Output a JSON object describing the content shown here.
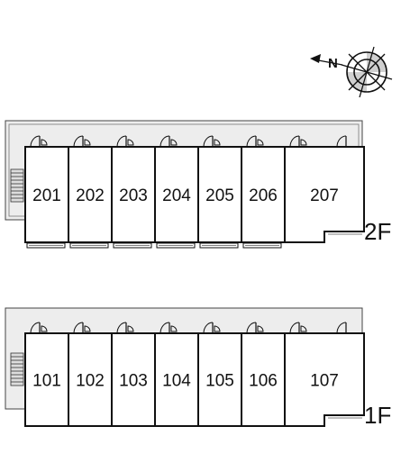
{
  "compass": {
    "north_label": "N",
    "icon": "compass-rose-icon"
  },
  "floors": [
    {
      "id": "2f",
      "label": "2F",
      "rooms": [
        "201",
        "202",
        "203",
        "204",
        "205",
        "206",
        "207"
      ]
    },
    {
      "id": "1f",
      "label": "1F",
      "rooms": [
        "101",
        "102",
        "103",
        "104",
        "105",
        "106",
        "107"
      ]
    }
  ]
}
